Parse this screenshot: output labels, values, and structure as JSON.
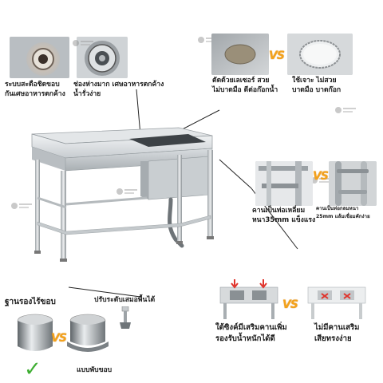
{
  "captions": {
    "drain_flush_line1": "ระบบสะดือชิดขอบ",
    "drain_flush_line2": "กันเศษอาหารตกค้าง",
    "drain_gap_line1": "ช่องห่างมาก เศษอาหารตกค้าง",
    "drain_gap_line2": "น้ำรั่วง่าย",
    "laser_cut_line1": "ตัดด้วยเลเซอร์ สวย",
    "laser_cut_line2": "ไม่บาดมือ ดีต่อก๊อกน้ำ",
    "drill_cut_line1": "ใช้เจาะ ไม่สวย",
    "drill_cut_line2": "บาดมือ บาดก๊อก",
    "square_beam_line1": "คานเป็นท่อเหลี่ยม",
    "square_beam_line2": "หนา35mm แข็งแรง",
    "round_beam_line1": "คานเป็นท่อกลมหนา",
    "round_beam_line2": "25mm แล้มเชื่อมคักง่าย",
    "foot_seamless": "ฐานรองไร้ขอบ",
    "foot_adjust": "ปรับระดับเสมอพื้นได้",
    "foot_folded": "แบบพับขอบ",
    "extra_beam_line1": "ใต้ซิงค์มีเสริมคานเพิ่ม",
    "extra_beam_line2": "รองรับน้ำหนักได้ดี",
    "no_beam_line1": "ไม่มีคานเสริม",
    "no_beam_line2": "เสียทรงง่าย"
  },
  "badges": {
    "vs": "VS"
  },
  "icons": {
    "check": "✓",
    "watermark": "brand-logo-watermark",
    "arrow": "red-down-arrow-icon",
    "cross": "red-x-icon"
  },
  "colors": {
    "steel_light": "#e9ecee",
    "steel_mid": "#c3c8cc",
    "steel_dark": "#7d8387",
    "vs_orange": "#f4a21b",
    "check_green": "#3fae33",
    "arrow_red": "#e0332b"
  }
}
